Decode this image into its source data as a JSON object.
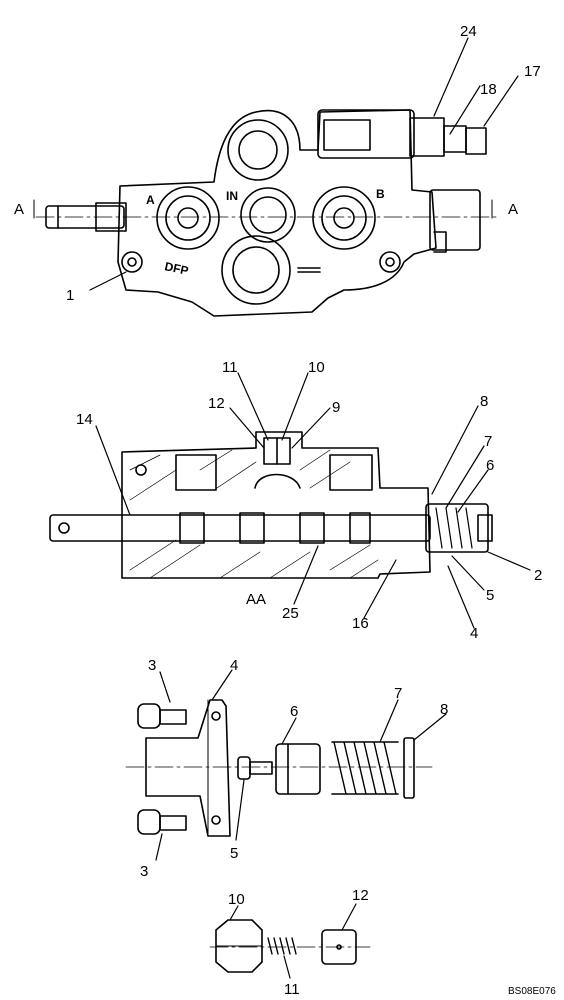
{
  "figure_code": "BS08E076",
  "views": {
    "top": {
      "section_labels": [
        "A",
        "A"
      ],
      "cast_marks": [
        "A",
        "IN",
        "B",
        "DFP"
      ],
      "callouts": [
        "24",
        "18",
        "17",
        "1"
      ]
    },
    "section": {
      "section_name": "AA",
      "callouts": [
        "11",
        "10",
        "12",
        "9",
        "14",
        "8",
        "7",
        "6",
        "2",
        "5",
        "4",
        "25",
        "16"
      ]
    },
    "spool_end_kit": {
      "callouts": [
        "3",
        "4",
        "6",
        "7",
        "8",
        "3",
        "5"
      ]
    },
    "detent_kit": {
      "callouts": [
        "10",
        "12",
        "11"
      ]
    }
  }
}
